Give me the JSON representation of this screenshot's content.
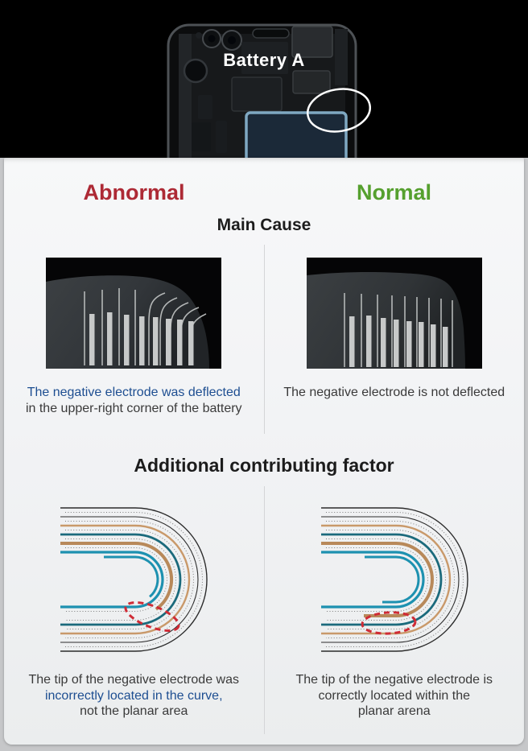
{
  "header": {
    "battery_label": "Battery A"
  },
  "comparison": {
    "abnormal_header": "Abnormal",
    "normal_header": "Normal",
    "main_cause": {
      "title": "Main Cause",
      "abnormal": {
        "line1": "The negative electrode was deflected",
        "line2": "in the upper-right corner of the battery"
      },
      "normal": {
        "line1": "The negative electrode is not deflected"
      }
    },
    "additional": {
      "title": "Additional contributing factor",
      "abnormal": {
        "line1": "The tip of the negative electrode was",
        "line2": "incorrectly located in the curve,",
        "line3": "not the planar area"
      },
      "normal": {
        "line1": "The tip of the negative electrode is",
        "line2": "correctly located within the",
        "line3": "planar arena"
      }
    }
  },
  "colors": {
    "abnormal_red": "#ad2a35",
    "normal_green": "#55a02e",
    "emphasis_blue": "#1d4e91",
    "text_dark": "#3a3a3a",
    "battery_outline_blue": "#7fa8c2",
    "highlight_white": "#ffffff",
    "defect_red": "#cf2b35",
    "electrode_teal": "#1d91b0",
    "electrode_teal_dark": "#1b6a7c",
    "separator_tan": "#c9996a",
    "separator_tan_dark": "#b8895a",
    "xray_bar_gray": "#c7c9c9"
  }
}
